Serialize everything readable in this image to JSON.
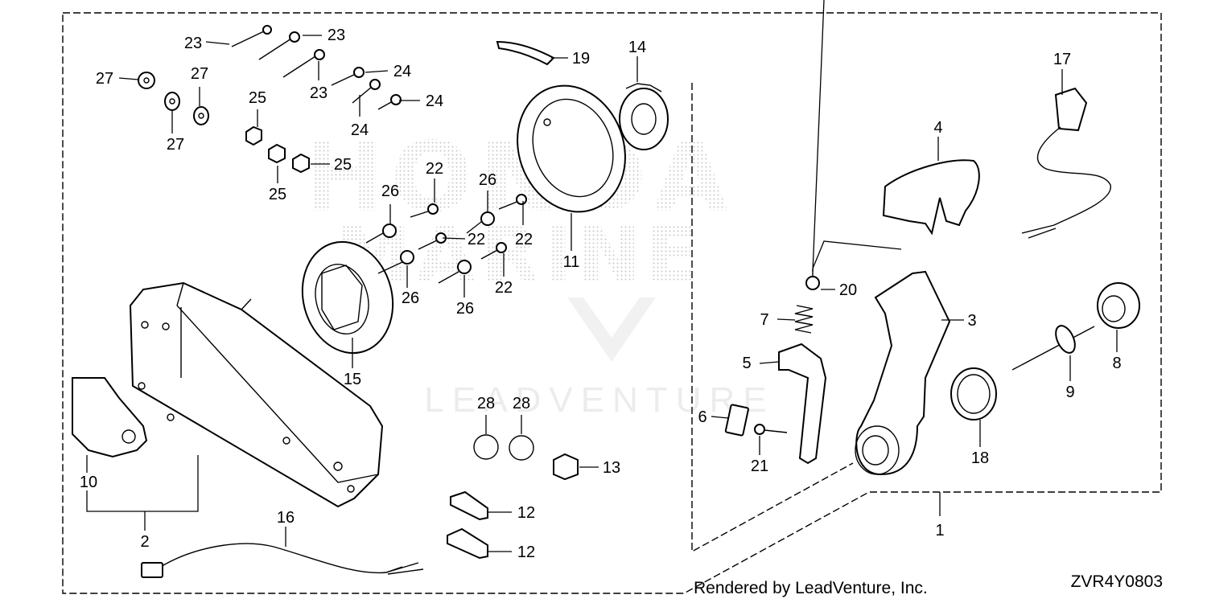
{
  "watermark": {
    "line1": "HONDA",
    "line2": "MARINE",
    "brand": "LEADVENTURE"
  },
  "footer": {
    "rendered_by": "Rendered by LeadVenture, Inc.",
    "drawing_code": "ZVR4Y0803"
  },
  "callouts": [
    {
      "id": "c1",
      "text": "1"
    },
    {
      "id": "c2",
      "text": "2"
    },
    {
      "id": "c3",
      "text": "3"
    },
    {
      "id": "c4",
      "text": "4"
    },
    {
      "id": "c5",
      "text": "5"
    },
    {
      "id": "c6",
      "text": "6"
    },
    {
      "id": "c7",
      "text": "7"
    },
    {
      "id": "c8",
      "text": "8"
    },
    {
      "id": "c9",
      "text": "9"
    },
    {
      "id": "c10",
      "text": "10"
    },
    {
      "id": "c11",
      "text": "11"
    },
    {
      "id": "c12a",
      "text": "12"
    },
    {
      "id": "c12b",
      "text": "12"
    },
    {
      "id": "c13",
      "text": "13"
    },
    {
      "id": "c14",
      "text": "14"
    },
    {
      "id": "c15",
      "text": "15"
    },
    {
      "id": "c16",
      "text": "16"
    },
    {
      "id": "c17",
      "text": "17"
    },
    {
      "id": "c18",
      "text": "18"
    },
    {
      "id": "c19",
      "text": "19"
    },
    {
      "id": "c20",
      "text": "20"
    },
    {
      "id": "c21",
      "text": "21"
    },
    {
      "id": "c22a",
      "text": "22"
    },
    {
      "id": "c22b",
      "text": "22"
    },
    {
      "id": "c22c",
      "text": "22"
    },
    {
      "id": "c22d",
      "text": "22"
    },
    {
      "id": "c23a",
      "text": "23"
    },
    {
      "id": "c23b",
      "text": "23"
    },
    {
      "id": "c23c",
      "text": "23"
    },
    {
      "id": "c24a",
      "text": "24"
    },
    {
      "id": "c24b",
      "text": "24"
    },
    {
      "id": "c24c",
      "text": "24"
    },
    {
      "id": "c25a",
      "text": "25"
    },
    {
      "id": "c25b",
      "text": "25"
    },
    {
      "id": "c25c",
      "text": "25"
    },
    {
      "id": "c26a",
      "text": "26"
    },
    {
      "id": "c26b",
      "text": "26"
    },
    {
      "id": "c26c",
      "text": "26"
    },
    {
      "id": "c26d",
      "text": "26"
    },
    {
      "id": "c27a",
      "text": "27"
    },
    {
      "id": "c27b",
      "text": "27"
    },
    {
      "id": "c27c",
      "text": "27"
    },
    {
      "id": "c28a",
      "text": "28"
    },
    {
      "id": "c28b",
      "text": "28"
    }
  ]
}
